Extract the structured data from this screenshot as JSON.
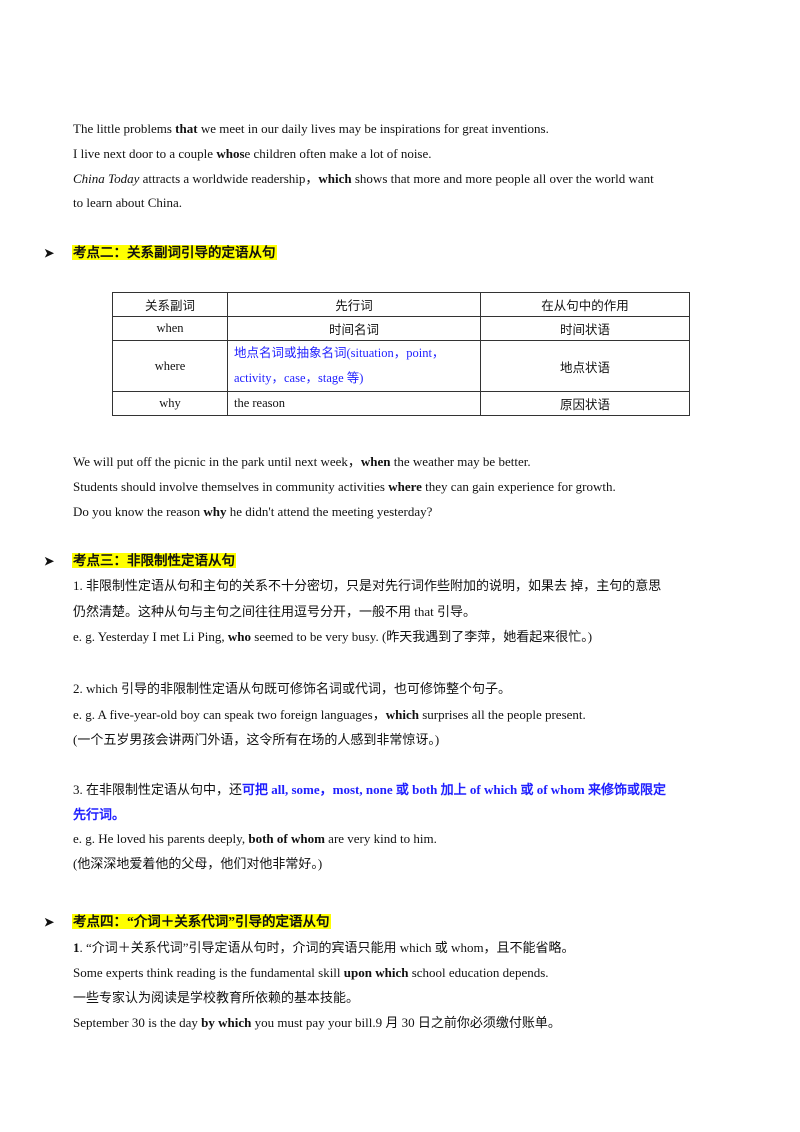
{
  "intro": {
    "l1_a": "The little problems ",
    "l1_b": "that",
    "l1_c": " we meet in our daily lives may be inspirations for great inventions.",
    "l2_a": "I live next door to a couple ",
    "l2_b": "whos",
    "l2_c": "e children often make a lot of noise.",
    "l3_a": "China Today",
    "l3_b": " attracts a worldwide readership，",
    "l3_c": "which",
    "l3_d": " shows that more and more people all over the world want",
    "l4": "to learn about China."
  },
  "section2": {
    "arrow": "➤",
    "title": "考点二：关系副词引导的定语从句",
    "table": {
      "headers": [
        "关系副词",
        "先行词",
        "在从句中的作用"
      ],
      "rows": [
        [
          "when",
          "时间名词",
          "时间状语"
        ],
        [
          "where",
          "地点名词或抽象名词(situation，point，",
          "地点状语"
        ],
        [
          "why",
          "the reason",
          "原因状语"
        ]
      ],
      "where_line2": "activity，case，stage 等)"
    },
    "ex1_a": "We will put off the picnic in the park until next week，",
    "ex1_b": "when",
    "ex1_c": " the weather may be better.",
    "ex2_a": "Students should involve themselves in community activities ",
    "ex2_b": "where",
    "ex2_c": " they can gain experience for growth.",
    "ex3_a": "Do you know the reason ",
    "ex3_b": "why",
    "ex3_c": " he didn't attend the meeting yesterday?"
  },
  "section3": {
    "arrow": "➤",
    "title": "考点三：非限制性定语从句",
    "p1_l1": "1. 非限制性定语从句和主句的关系不十分密切，只是对先行词作些附加的说明，如果去 掉，主句的意思",
    "p1_l2": "仍然清楚。这种从句与主句之间往往用逗号分开，一般不用 that 引导。",
    "p1_ex_a": "e. g. Yesterday I met Li Ping, ",
    "p1_ex_b": "who",
    "p1_ex_c": " seemed to be very busy. (昨天我遇到了李萍，她看起来很忙。)",
    "p2_l1": "2. which 引导的非限制性定语从句既可修饰名词或代词，也可修饰整个句子。",
    "p2_ex_a": "e. g. A five-year-old boy can speak two foreign languages，",
    "p2_ex_b": "which",
    "p2_ex_c": " surprises all the people present.",
    "p2_tr": "(一个五岁男孩会讲两门外语，这令所有在场的人感到非常惊讶。)",
    "p3_l1_a": "3. 在非限制性定语从句中，还",
    "p3_l1_b": "可把 all, some，most, none 或 both 加上 of which 或 of whom 来修饰或限定",
    "p3_l2": "先行词。",
    "p3_ex_a": "e. g. He loved his parents deeply, ",
    "p3_ex_b": "both of whom",
    "p3_ex_c": " are very kind to him.",
    "p3_tr": "(他深深地爱着他的父母，他们对他非常好。)"
  },
  "section4": {
    "arrow": "➤",
    "title": "考点四：“介词＋关系代词”引导的定语从句",
    "p1_num": "1",
    "p1_text": ". “介词＋关系代词”引导定语从句时，介词的宾语只能用 which 或 whom，且不能省略。",
    "ex1_a": "Some experts think reading is the fundamental skill ",
    "ex1_b": "upon which",
    "ex1_c": " school education depends.",
    "ex1_tr": "一些专家认为阅读是学校教育所依赖的基本技能。",
    "ex2_a": "September 30 is the day ",
    "ex2_b": "by which",
    "ex2_c": " you must pay your bill.9 月 30 日之前你必须缴付账单。"
  }
}
